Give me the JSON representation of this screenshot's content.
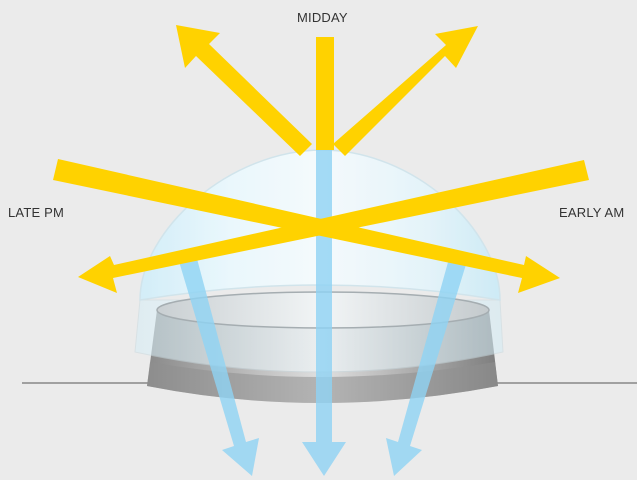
{
  "labels": {
    "midday": "MIDDAY",
    "late_pm": "LATE PM",
    "early_am": "EARLY AM"
  },
  "colors": {
    "background": "#ebebeb",
    "sun_ray": "#ffd200",
    "refracted_ray": "#9ed8f5",
    "dome_tint": "#d9f2fb",
    "ground_line": "#999999",
    "curb": "#9a9a9a"
  },
  "icons": {
    "dome": "skylight-dome-icon",
    "sun_ray": "arrow-icon"
  }
}
